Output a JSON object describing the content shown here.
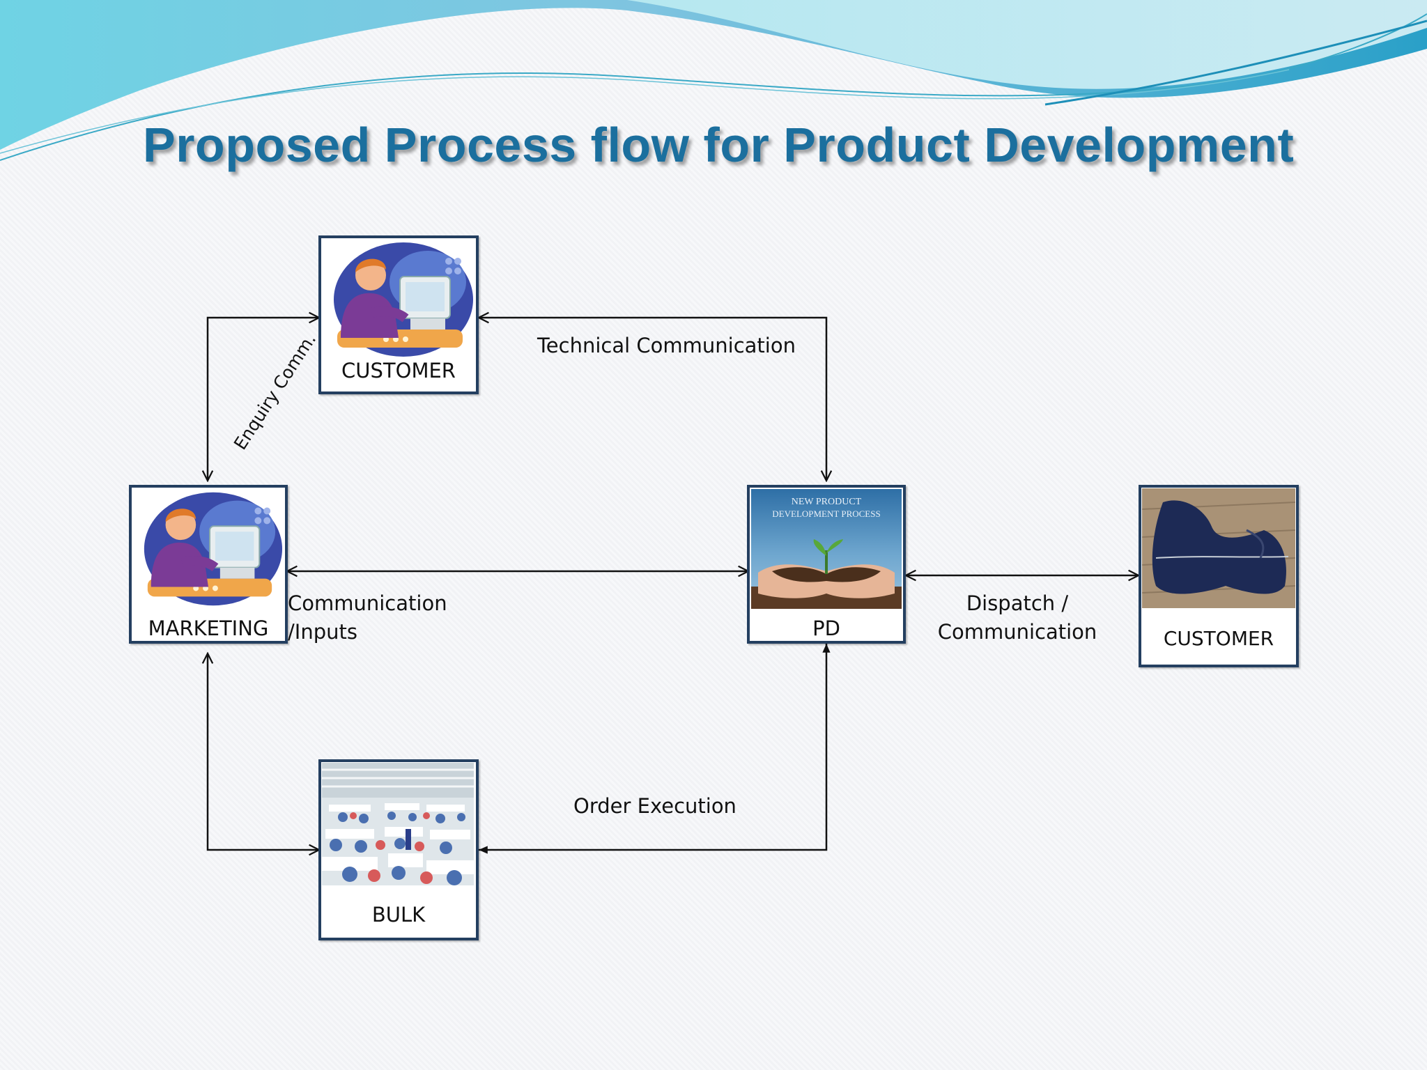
{
  "slide": {
    "title": "Proposed Process flow for Product Development",
    "colors": {
      "title": "#1b6f9e",
      "box_border": "#243f60",
      "wave_light": "#8fdfe8",
      "wave_dark": "#2aa6c9"
    }
  },
  "nodes": {
    "customer_top": {
      "label": "CUSTOMER",
      "icon": "person-at-computer-icon"
    },
    "marketing": {
      "label": "MARKETING",
      "icon": "person-at-computer-icon"
    },
    "pd": {
      "label": "PD",
      "icon": "seedling-in-hands-photo",
      "photo_caption_line1": "NEW PRODUCT",
      "photo_caption_line2": "DEVELOPMENT PROCESS"
    },
    "customer_right": {
      "label": "CUSTOMER",
      "icon": "garment-photo"
    },
    "bulk": {
      "label": "BULK",
      "icon": "factory-floor-photo"
    }
  },
  "connections": {
    "enquiry": "Enquiry Comm.",
    "technical": "Technical Communication",
    "comm_inputs_line1": "Communication",
    "comm_inputs_line2": "/Inputs",
    "dispatch_line1": "Dispatch /",
    "dispatch_line2": "Communication",
    "order_execution": "Order Execution"
  }
}
